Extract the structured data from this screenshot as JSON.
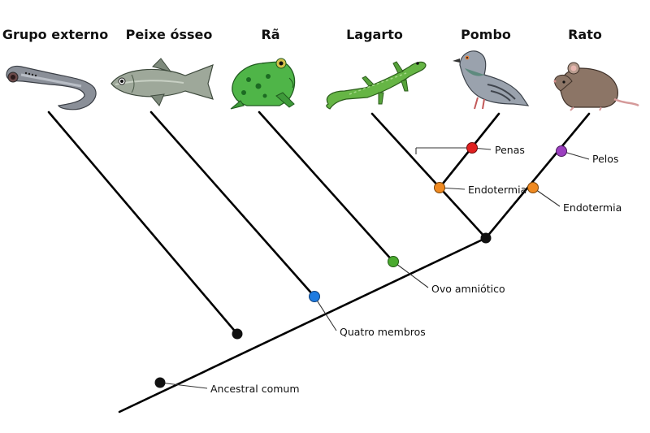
{
  "taxa": [
    {
      "label": "Grupo externo",
      "icon": "lamprey-icon"
    },
    {
      "label": "Peixe ósseo",
      "icon": "fish-icon"
    },
    {
      "label": "Rã",
      "icon": "frog-icon"
    },
    {
      "label": "Lagarto",
      "icon": "lizard-icon"
    },
    {
      "label": "Pombo",
      "icon": "pigeon-icon"
    },
    {
      "label": "Rato",
      "icon": "rat-icon"
    }
  ],
  "nodes": {
    "root": "Ancestral comum",
    "tetrapods": "Quatro membros",
    "amniotes": "Ovo amniótico"
  },
  "traits": {
    "bird_feathers": "Penas",
    "bird_endothermy": "Endotermia",
    "rat_hair": "Pelos",
    "rat_endothermy": "Endotermia"
  },
  "colors": {
    "root_node": "#111111",
    "tetrapods": "#1e7be0",
    "amniotes": "#4aaa2f",
    "endothermy": "#ef8a22",
    "feathers": "#e02020",
    "hair": "#9b3fbf"
  }
}
